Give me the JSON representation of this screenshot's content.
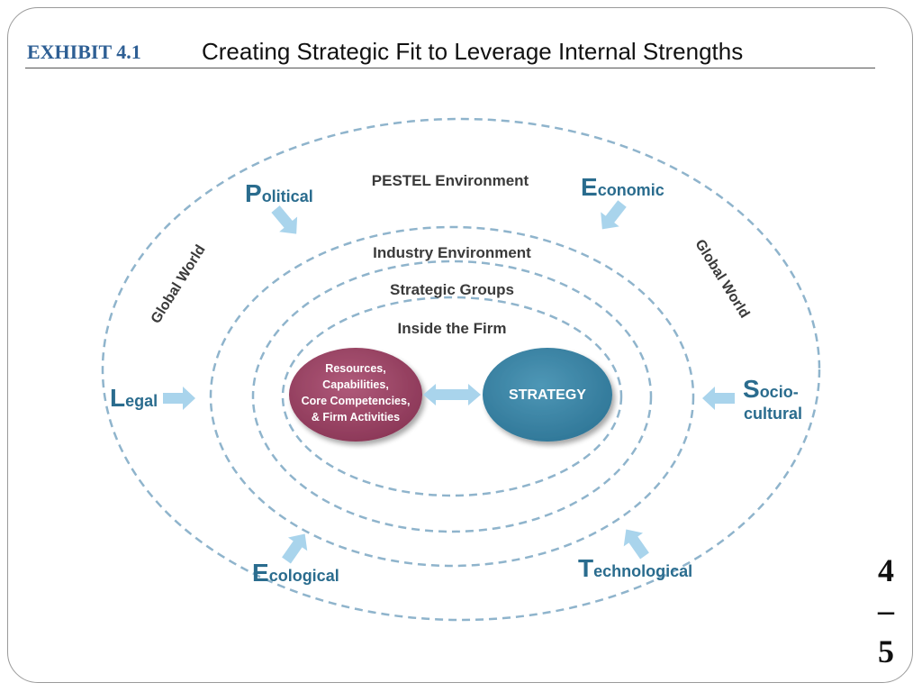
{
  "header": {
    "exhibit_label": "EXHIBIT 4.1",
    "title": "Creating Strategic Fit to Leverage Internal Strengths"
  },
  "slide_number": {
    "top": "4",
    "separator": "–",
    "bottom": "5"
  },
  "diagram": {
    "rings": {
      "pestel": "PESTEL Environment",
      "industry": "Industry Environment",
      "strategic_groups": "Strategic Groups",
      "inside_firm": "Inside the Firm"
    },
    "global_world_left": "Global World",
    "global_world_right": "Global World",
    "forces": {
      "political": {
        "initial": "P",
        "rest": "olitical"
      },
      "economic": {
        "initial": "E",
        "rest": "conomic"
      },
      "legal": {
        "initial": "L",
        "rest": "egal"
      },
      "sociocultural": {
        "initial": "S",
        "rest": "ocio-",
        "line2": "cultural"
      },
      "ecological": {
        "initial": "E",
        "rest": "cological"
      },
      "technological": {
        "initial": "T",
        "rest": "echnological"
      }
    },
    "resources_lines": [
      "Resources,",
      "Capabilities,",
      "Core Competencies,",
      "& Firm Activities"
    ],
    "strategy": "STRATEGY"
  },
  "colors": {
    "exhibit_blue": "#2e5f94",
    "dash_blue": "#8fb4cc",
    "arrow_blue": "#a9d4ec",
    "resources_fill": "#9c4464",
    "strategy_fill": "#3e88a8",
    "force_blue": "#2a6c8e"
  }
}
